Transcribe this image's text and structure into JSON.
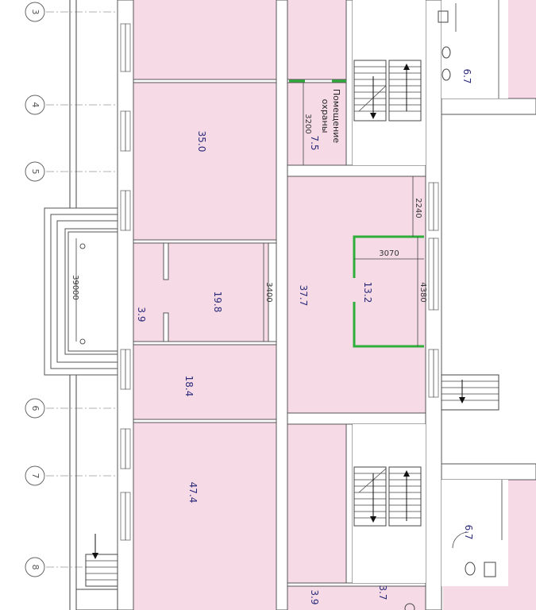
{
  "axes": [
    "3",
    "4",
    "5",
    "6",
    "7",
    "8"
  ],
  "rooms": {
    "r35": "35.0",
    "r19": "19.8",
    "r18": "18.4",
    "r47": "47.4",
    "r37": "37.7",
    "r13": "13.2",
    "r7_5": "7.5",
    "r39a": "3.9",
    "r39b": "3.9",
    "r37b": "3.7",
    "r67a": "6.7",
    "r67b": "6.7"
  },
  "labels": {
    "security_line1": "Помещение",
    "security_line2": "охраны"
  },
  "dims": {
    "d39000": "39000",
    "d3200": "3200",
    "d3400": "3400",
    "d2240": "2240",
    "d3070": "3070",
    "d4380": "4380"
  },
  "colors": {
    "room_fill": "#f6dbe6",
    "highlight": "#2fae3c",
    "text": "#2b2b7a"
  }
}
